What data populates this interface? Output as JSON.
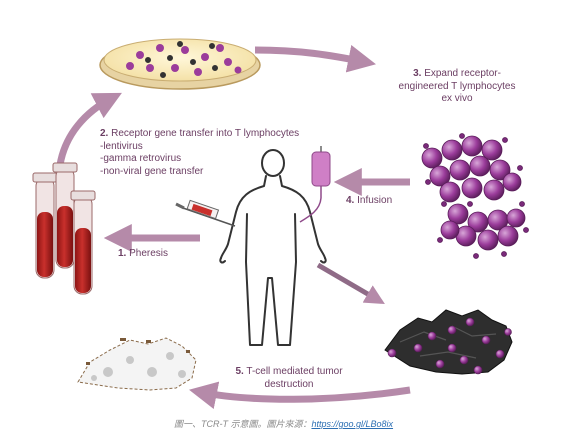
{
  "steps": {
    "step1": {
      "num": "1.",
      "text": "Pheresis"
    },
    "step2": {
      "num": "2.",
      "title": "Receptor gene transfer into T lymphocytes",
      "items": [
        "-lentivirus",
        "-gamma retrovirus",
        "-non-viral gene transfer"
      ]
    },
    "step3": {
      "num": "3.",
      "lines": [
        "Expand receptor-",
        "engineered T lymphocytes",
        "ex vivo"
      ]
    },
    "step4": {
      "num": "4.",
      "text": "Infusion"
    },
    "step5": {
      "num": "5.",
      "lines": [
        "T-cell mediated tumor",
        "destruction"
      ]
    }
  },
  "caption": {
    "prefix": "圖一、TCR-T 示意圖。圖片來源：",
    "link": "https://goo.gl/LBo8ix"
  },
  "colors": {
    "arrow": "#b58aa9",
    "arrow_dark": "#8f6b87",
    "cell": "#9b3c9b",
    "blood": "#b0201f",
    "tumor": "#333333",
    "text": "#6b3e63"
  }
}
